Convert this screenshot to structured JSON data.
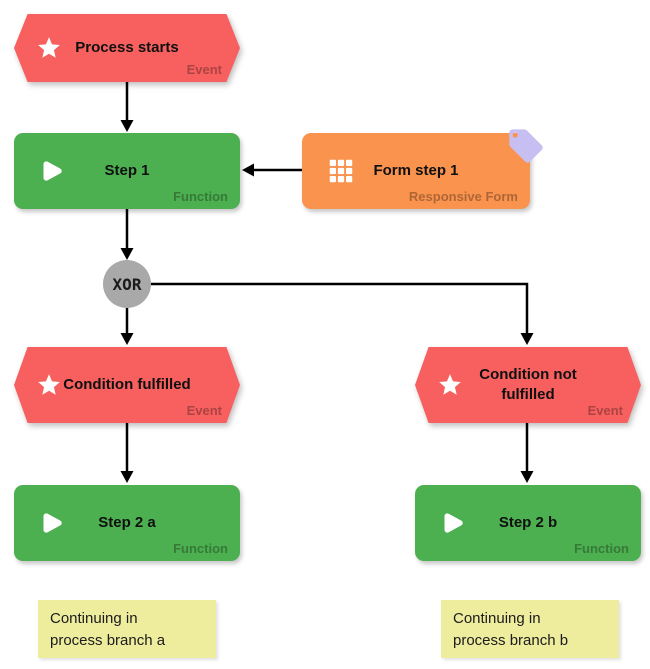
{
  "nodes": {
    "process_starts": {
      "label": "Process starts",
      "type_label": "Event"
    },
    "step1": {
      "label": "Step 1",
      "type_label": "Function"
    },
    "form_step1": {
      "label": "Form step 1",
      "type_label": "Responsive Form"
    },
    "xor": {
      "label": "XOR"
    },
    "condition_fulfilled": {
      "label": "Condition fulfilled",
      "type_label": "Event"
    },
    "condition_not_fulfilled": {
      "label": "Condition not fulfilled",
      "type_label": "Event"
    },
    "step2a": {
      "label": "Step 2 a",
      "type_label": "Function"
    },
    "step2b": {
      "label": "Step 2 b",
      "type_label": "Function"
    }
  },
  "notes": [
    {
      "lines": [
        "Continuing in",
        "process branch a"
      ]
    },
    {
      "lines": [
        "Continuing in",
        "process branch b"
      ]
    }
  ],
  "icons": {
    "event": "star-icon",
    "function": "play-icon",
    "form": "grid-icon",
    "badge": "tag-icon"
  },
  "colors": {
    "event": "#f7605f",
    "function": "#4caf50",
    "form": "#f9934e",
    "note": "#eeec9d",
    "xor": "#a9a9a9",
    "tag": "#c7bff2",
    "connector": "#000000"
  }
}
